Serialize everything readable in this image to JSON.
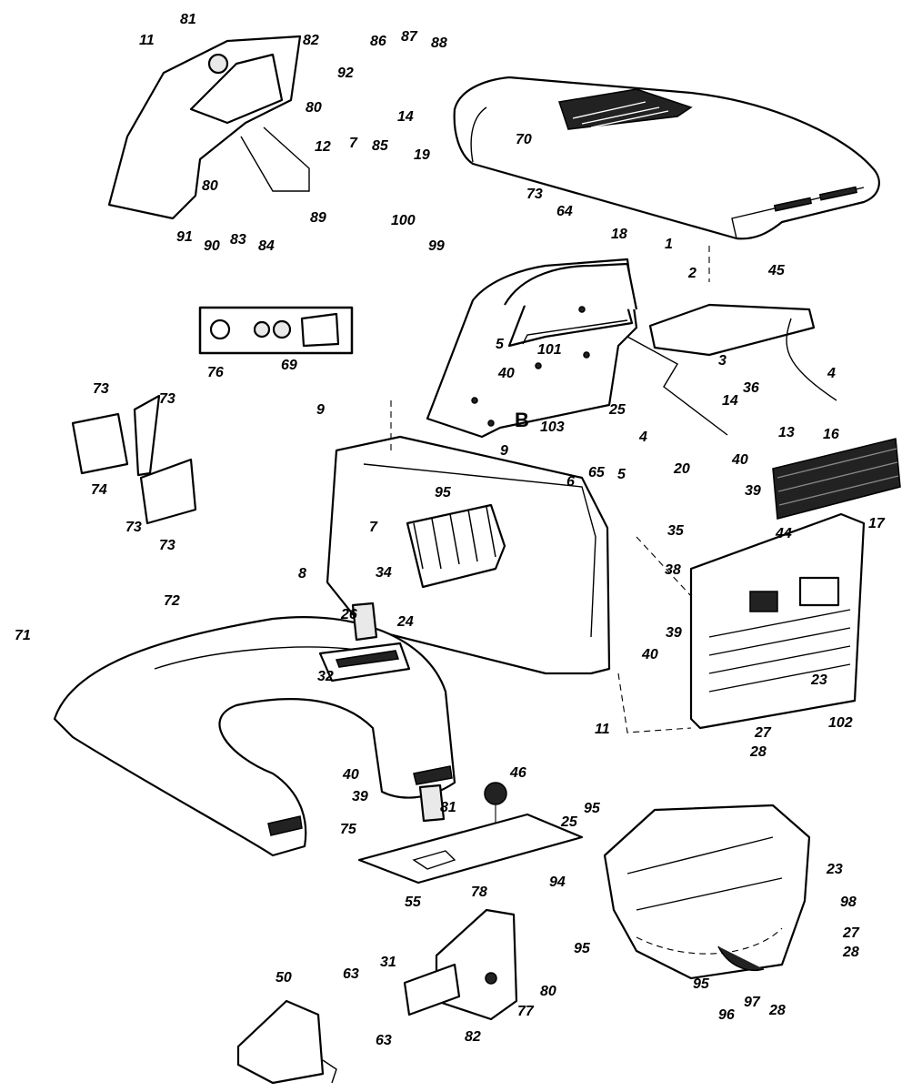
{
  "diagram": {
    "ref_letter": "B",
    "callouts": [
      {
        "id": "c11a",
        "text": "11"
      },
      {
        "id": "c81a",
        "text": "81"
      },
      {
        "id": "c82a",
        "text": "82"
      },
      {
        "id": "c86",
        "text": "86"
      },
      {
        "id": "c87",
        "text": "87"
      },
      {
        "id": "c88",
        "text": "88"
      },
      {
        "id": "c92",
        "text": "92"
      },
      {
        "id": "c14a",
        "text": "14"
      },
      {
        "id": "c80a",
        "text": "80"
      },
      {
        "id": "c12",
        "text": "12"
      },
      {
        "id": "c7a",
        "text": "7"
      },
      {
        "id": "c85",
        "text": "85"
      },
      {
        "id": "c70",
        "text": "70"
      },
      {
        "id": "c19",
        "text": "19"
      },
      {
        "id": "c73a",
        "text": "73"
      },
      {
        "id": "c64",
        "text": "64"
      },
      {
        "id": "c1",
        "text": "1"
      },
      {
        "id": "c100",
        "text": "100"
      },
      {
        "id": "c80b",
        "text": "80"
      },
      {
        "id": "c89",
        "text": "89"
      },
      {
        "id": "c91",
        "text": "91"
      },
      {
        "id": "c90",
        "text": "90"
      },
      {
        "id": "c83",
        "text": "83"
      },
      {
        "id": "c84",
        "text": "84"
      },
      {
        "id": "c99",
        "text": "99"
      },
      {
        "id": "c18",
        "text": "18"
      },
      {
        "id": "c2",
        "text": "2"
      },
      {
        "id": "c45",
        "text": "45"
      },
      {
        "id": "c76",
        "text": "76"
      },
      {
        "id": "c69",
        "text": "69"
      },
      {
        "id": "c5a",
        "text": "5"
      },
      {
        "id": "c101",
        "text": "101"
      },
      {
        "id": "c40a",
        "text": "40"
      },
      {
        "id": "c103",
        "text": "103"
      },
      {
        "id": "c3",
        "text": "3"
      },
      {
        "id": "c4a",
        "text": "4"
      },
      {
        "id": "c25a",
        "text": "25"
      },
      {
        "id": "c14b",
        "text": "14"
      },
      {
        "id": "c36",
        "text": "36"
      },
      {
        "id": "c4b",
        "text": "4"
      },
      {
        "id": "c13",
        "text": "13"
      },
      {
        "id": "c73b",
        "text": "73"
      },
      {
        "id": "c73c",
        "text": "73"
      },
      {
        "id": "c74",
        "text": "74"
      },
      {
        "id": "c73d",
        "text": "73"
      },
      {
        "id": "c73e",
        "text": "73"
      },
      {
        "id": "c9a",
        "text": "9"
      },
      {
        "id": "c9b",
        "text": "9"
      },
      {
        "id": "c95a",
        "text": "95"
      },
      {
        "id": "c6",
        "text": "6"
      },
      {
        "id": "c65",
        "text": "65"
      },
      {
        "id": "c5b",
        "text": "5"
      },
      {
        "id": "c20",
        "text": "20"
      },
      {
        "id": "c40b",
        "text": "40"
      },
      {
        "id": "c16",
        "text": "16"
      },
      {
        "id": "c39a",
        "text": "39"
      },
      {
        "id": "c17",
        "text": "17"
      },
      {
        "id": "c35",
        "text": "35"
      },
      {
        "id": "c44",
        "text": "44"
      },
      {
        "id": "c38",
        "text": "38"
      },
      {
        "id": "c7b",
        "text": "7"
      },
      {
        "id": "c8",
        "text": "8"
      },
      {
        "id": "c34",
        "text": "34"
      },
      {
        "id": "c72",
        "text": "72"
      },
      {
        "id": "c26",
        "text": "26"
      },
      {
        "id": "c24",
        "text": "24"
      },
      {
        "id": "c71",
        "text": "71"
      },
      {
        "id": "c32",
        "text": "32"
      },
      {
        "id": "c39b",
        "text": "39"
      },
      {
        "id": "c40c",
        "text": "40"
      },
      {
        "id": "c23a",
        "text": "23"
      },
      {
        "id": "c102",
        "text": "102"
      },
      {
        "id": "c11b",
        "text": "11"
      },
      {
        "id": "c27a",
        "text": "27"
      },
      {
        "id": "c28a",
        "text": "28"
      },
      {
        "id": "c40d",
        "text": "40"
      },
      {
        "id": "c39c",
        "text": "39"
      },
      {
        "id": "c46",
        "text": "46"
      },
      {
        "id": "c81b",
        "text": "81"
      },
      {
        "id": "c75",
        "text": "75"
      },
      {
        "id": "c25b",
        "text": "25"
      },
      {
        "id": "c95b",
        "text": "95"
      },
      {
        "id": "c94",
        "text": "94"
      },
      {
        "id": "c23b",
        "text": "23"
      },
      {
        "id": "c98",
        "text": "98"
      },
      {
        "id": "c55",
        "text": "55"
      },
      {
        "id": "c78",
        "text": "78"
      },
      {
        "id": "c95c",
        "text": "95"
      },
      {
        "id": "c27b",
        "text": "27"
      },
      {
        "id": "c28b",
        "text": "28"
      },
      {
        "id": "c80c",
        "text": "80"
      },
      {
        "id": "c50",
        "text": "50"
      },
      {
        "id": "c63a",
        "text": "63"
      },
      {
        "id": "c31",
        "text": "31"
      },
      {
        "id": "c77",
        "text": "77"
      },
      {
        "id": "c95d",
        "text": "95"
      },
      {
        "id": "c97",
        "text": "97"
      },
      {
        "id": "c28c",
        "text": "28"
      },
      {
        "id": "c96",
        "text": "96"
      },
      {
        "id": "c63b",
        "text": "63"
      },
      {
        "id": "c82b",
        "text": "82"
      }
    ]
  }
}
